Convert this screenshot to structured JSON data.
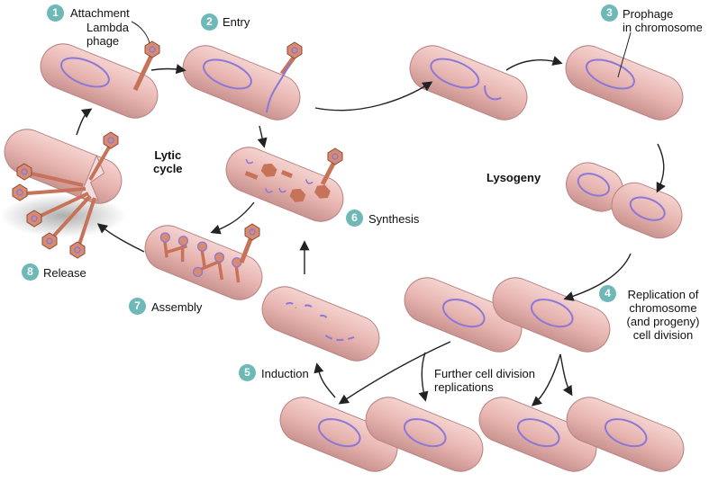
{
  "labels": {
    "attachment": "Attachment",
    "lambda_phage": "Lambda\nphage",
    "entry": "Entry",
    "prophage": "Prophage\nin chromosome",
    "lytic_cycle": "Lytic\ncycle",
    "lysogeny": "Lysogeny",
    "synthesis": "Synthesis",
    "release": "Release",
    "assembly": "Assembly",
    "replication": "Replication of\nchromosome\n(and progeny)\ncell division",
    "induction": "Induction",
    "further": "Further cell division\nreplications"
  },
  "steps": {
    "s1": "1",
    "s2": "2",
    "s3": "3",
    "s4": "4",
    "s5": "5",
    "s6": "6",
    "s7": "7",
    "s8": "8"
  },
  "colors": {
    "cell": "#e9b9b6",
    "cell_edge": "#b98380",
    "dna": "#8c78d6",
    "phage": "#d98b6e",
    "badge": "#6fb8b8"
  }
}
